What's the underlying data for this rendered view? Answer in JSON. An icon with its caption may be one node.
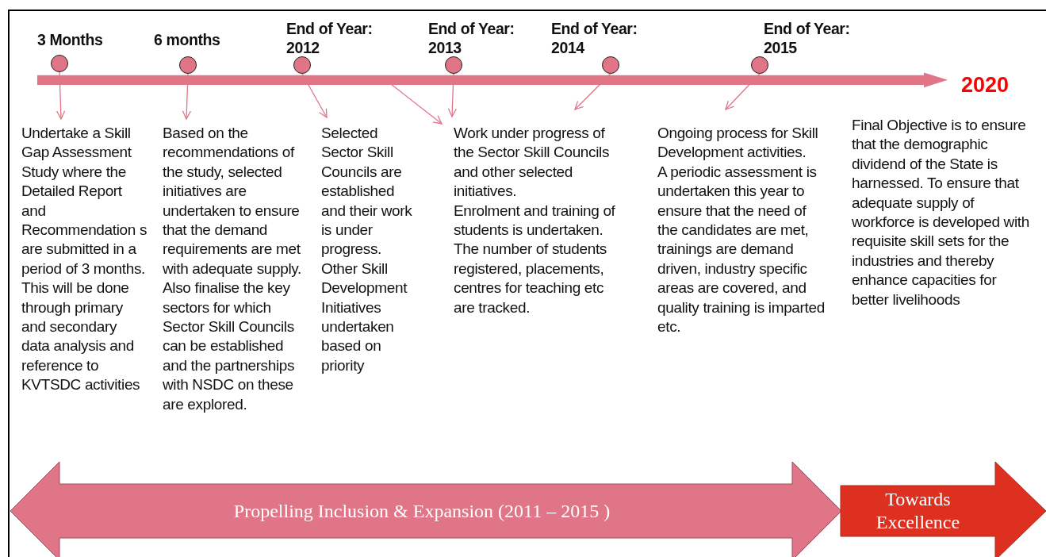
{
  "diagram": {
    "nodes": [
      {
        "text": [],
        "shape": "bar"
      },
      {
        "text": [
          "3 Months"
        ]
      },
      {
        "text": [
          "6 months"
        ]
      },
      {
        "text": [
          "End of Year: 2012"
        ]
      },
      {
        "text": [
          "End of Year: 2013"
        ]
      },
      {
        "text": [
          "End of Year: 2014"
        ]
      },
      {
        "text": [
          "End of Year: 2015"
        ]
      },
      {
        "text": [
          "Undertake a Skill Gap Assessment Study  where the Detailed Report and Recommendation s are submitted in a period of 3 months. This will be done through primary and secondary data analysis and reference to KVTSDC activities"
        ]
      },
      {
        "text": [
          "Based on the recommendations of the study, selected initiatives are undertaken to ensure that the demand requirements are met with adequate supply. Also finalise the key sectors for which Sector Skill Councils can be established and the partnerships with NSDC on these are explored."
        ]
      },
      {
        "text": [
          "Selected Sector Skill Councils are established and their work is under progress.",
          "Other Skill Development Initiatives undertaken based on priority"
        ]
      },
      {
        "text": [
          "Work under progress of the Sector Skill Councils and other  selected initiatives.",
          "Enrolment and training of students is undertaken.",
          "The number of students registered, placements, centres for teaching etc are tracked."
        ]
      },
      {
        "text": [
          "Ongoing process  for Skill Development activities.",
          "A periodic assessment is undertaken this year to ensure that the need of the candidates are met, trainings are demand driven, industry specific areas are covered, and quality training is imparted etc."
        ]
      },
      {
        "text": [
          "Final Objective is to ensure that the demographic dividend of the State is harnessed.  To ensure that adequate supply of workforce is developed with requisite skill sets for the industries and thereby enhance capacities for better livelihoods"
        ]
      },
      {
        "text": [
          "Propelling Inclusion & Expansion (2011 – 2015 )"
        ]
      },
      {
        "text": [
          "Towards Excellence"
        ]
      }
    ],
    "edges": [
      {
        "from": 1,
        "to": 7,
        "arrow": "to"
      },
      {
        "from": 2,
        "to": 8,
        "arrow": "to"
      },
      {
        "from": 3,
        "to": 9,
        "arrow": "to"
      },
      {
        "from": 0,
        "to": 10,
        "arrow": "to"
      },
      {
        "from": 4,
        "to": 10,
        "arrow": "to"
      },
      {
        "from": 5,
        "to": 10,
        "arrow": "to"
      },
      {
        "from": 6,
        "to": 11,
        "arrow": "to"
      }
    ],
    "labels": [
      "2020"
    ]
  }
}
